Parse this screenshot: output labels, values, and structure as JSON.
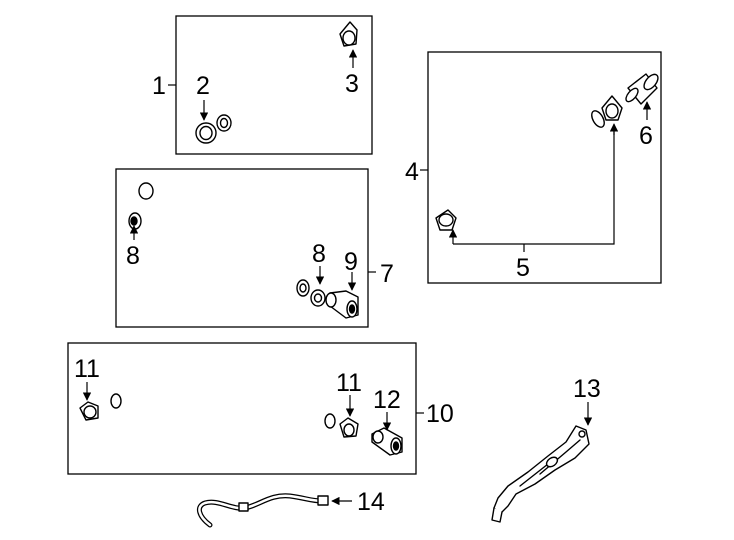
{
  "diagram": {
    "callouts": {
      "c1": "1",
      "c2": "2",
      "c3": "3",
      "c4": "4",
      "c5": "5",
      "c6": "6",
      "c7": "7",
      "c8a": "8",
      "c8b": "8",
      "c9": "9",
      "c10": "10",
      "c11a": "11",
      "c11b": "11",
      "c12": "12",
      "c13": "13",
      "c14": "14"
    }
  }
}
